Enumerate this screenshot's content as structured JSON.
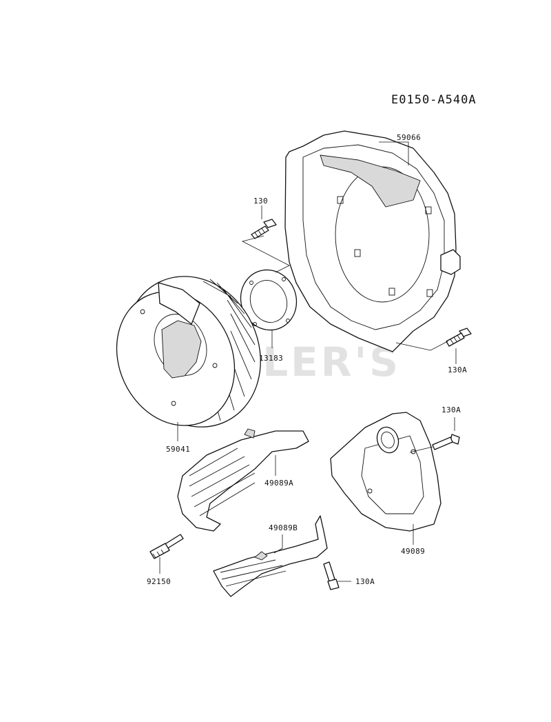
{
  "diagram_code": "E0150-A540A",
  "watermark": "CUTLER'S",
  "labels": {
    "p59066": "59066",
    "p130": "130",
    "p13183": "13183",
    "p130A_top": "130A",
    "p59041": "59041",
    "p130A_right": "130A",
    "p49089A": "49089A",
    "p49089B": "49089B",
    "p49089": "49089",
    "p92150": "92150",
    "p130A_bottom": "130A"
  }
}
